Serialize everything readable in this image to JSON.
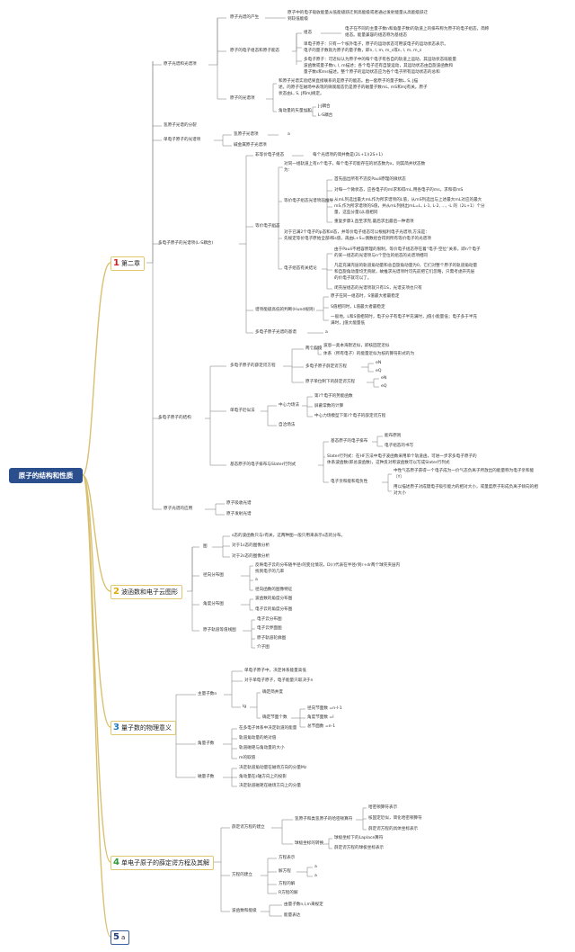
{
  "root": "原子的结构和性质",
  "chapters": [
    {
      "num": "1",
      "label": "第二章"
    },
    {
      "num": "2",
      "label": "波函数和电子云图形"
    },
    {
      "num": "3",
      "label": "量子数的物理意义"
    },
    {
      "num": "4",
      "label": "单电子原子的薛定谔方程及其解"
    },
    {
      "num": "5",
      "label": "a"
    }
  ],
  "c1": {
    "spec": "原子光谱和光谱项",
    "spec_origin": "原子光谱的产生",
    "spec_origin_d1": "原子中的电子吸收能量从低能级跃迁到高能级或者通过发射能量从高能级跃迁",
    "spec_origin_d2": "到较低能级",
    "config": "原子的电子组态和原子能态",
    "config_a": "组态",
    "config_a_d1": "电子在不同的主量子数n和角量子数l的轨道上的排布称为原子的电子组态，简称",
    "config_a_d2": "组态。能量兼容的组态称为基组态",
    "config_b1": "单电子原子：只有一个核外电子，原子的运动状态可用该电子的运动状态表示。",
    "config_b2": "电子的量子数就为原子的量子数，即n, l, m, m_s或n, l, m, m_s",
    "config_c1": "多电子原子：可近似认为原子中的每个电子有各自的轨道上运动，其运动状态既能量",
    "config_c2": "波函数或量子数n, l, m描述；各个电子还有自旋运动，其运动状态由自旋波函数和",
    "config_c3": "量子数s和ms描述。整个原子的运动状态应为各个电子所有运动状态的总和",
    "term": "原子的光谱项",
    "term_d1": "和原子光谱实验结果直接联系的是原子的能态。由一套原子的量子数L, S, J描",
    "term_d2": "述。的原子在磁场中表现的微观能态仍是原子的磁量子数mL, mS和mJ有关。原子",
    "term_d3": "状态由L, S, J和mJ规定。",
    "coupling": "角动量的矢量加和",
    "coupling_1": "J-J耦合",
    "coupling_2": "L-S耦合",
    "split": "氢原子光谱的分裂",
    "hy": "单电子原子的光谱项",
    "hy_1": "氢原子光谱项",
    "hy_1a": "a",
    "hy_2": "碱金属原子光谱项",
    "multi_term": "多电子原子的光谱项(L-S耦合)",
    "equiv": "非等价电子组态",
    "equiv_d": "每个光谱项的简并数是(2L+1)(2S+1)",
    "eq": "等价电子组态",
    "eq_d1": "对同一组轨道上有n个电子，每个电子可能存在的状态数为x，则其简并状态数",
    "eq_d2": "为：",
    "eq_m": "等价电子组态光谱项的推导",
    "eq_m1": "首先画出所有不违反Pauli原理的微状态",
    "eq_m2": "对每一个微状态，应各电子的ml求和得mL,用各电子的ms，求和得mS",
    "eq_m3a": "从mL列选出最大mL作为所求谱项的L值，从mS列选出与上述最大mL对应的最大",
    "eq_m3b": "mS,作为所求谱项的S值，并从mL列挑出mL=L, L-1, L-2, ..., -L 的（2L+1）个分",
    "eq_m3c": "量，这些分量以L值相同",
    "eq_m4": "重复步骤3,直至求完,最后求出最后一种谱项",
    "eq_c1": "对于已满2个电子的p态和d态，并等价电子组态可以根据利电子光谱项,方法是：",
    "eq_c2": "先规定等价电子原始全部l和s值，再由L+S=偶数组合得到所有等价电子的光谱项",
    "eq_r": "电子组态有关结论",
    "eq_r1a": "由于Pauli不相容原理的限制，等价电子组态存在着“电子-空位”关系，即n个电子",
    "eq_r1b": "的某一组态的光谱项与n个空位的组态的光谱项相同",
    "eq_r2a": "凡是充满壳层的轨道角动量和总自旋角动量为0，它们对整个原子的轨道角动量",
    "eq_r2b": "和自旋角动量均无贡献，故推求光谱项时可先前把它们忽略，只需考虑开壳层",
    "eq_r2c": "的价电子就可以了。",
    "eq_r3": "闭壳层组态的光谱项就只有1S，光谱支项也只有",
    "hund": "谱项能级高低的判断(Hund规则)",
    "hund_1": "原子在同一组态时，S值最大者最稳定",
    "hund_2": "S值相同时，L值最大者最稳定",
    "hund_3a": "一般地，L和S值相同时，电子分子有电子半充满时，J值小能量低；电子多于半充",
    "hund_3b": "满时，J值大能量低",
    "ground": "多电子原子光谱的基谱",
    "ground_a": "a",
    "schro": "多电子原子的结构",
    "schro_eq": "多电子原子的薛定谔方程",
    "schro_eq_1": "两个假设",
    "schro_eq_1a": "波恩一奥本海默近似，即核固定近似",
    "schro_eq_1b": "体系（所有电子）的能量近似为核的算符形式的为",
    "schro_eq_2": "多电子原子薛定谔方程",
    "schro_eq_2a": "eN",
    "schro_eq_2b": "eQ",
    "schro_eq_3": "原子单位制下的薛定谔方程",
    "schro_eq_3a": "eN",
    "schro_eq_3b": "eQ",
    "single": "单电子近似法",
    "central": "中心力场法",
    "central_1": "第i个电子的势能函数",
    "central_2": "屏蔽常数的计算",
    "central_3": "中心力场模型下第i个电子的薛定谔方程",
    "selfcons": "自洽场法",
    "arr": "基态原子的电子排布与Slater行列式",
    "arr_1": "基态原子的电子排布",
    "arr_1a": "能布原则",
    "arr_1b": "电子组态的书写",
    "arr_2a": "Slater行列式：在HF方法中电子波函数采用单个轨道函，可进一步求多电子原子的",
    "arr_2b": "体系波函数(即总波函数)，这种反对称波函数可以写成Slater行列式",
    "arr_3": "电子亲和能和电负性",
    "arr_3a": "中性气态原子获得一个电子成为一价气态负离子所放出的能量称为电子亲和能",
    "arr_3b": "（Y）",
    "arr_3c": "用以描述原子对成键电子吸引能力的相对大小，或量度原子形成负离子倾向的相",
    "arr_3d": "对大小",
    "app": "原子光谱的应用",
    "app_1": "原子吸收光谱",
    "app_2": "原子发射光谱"
  },
  "c2": {
    "graph": "图",
    "g_1": "s态的波函数只与r有关，这两种图一般只用来表示s态的分布。",
    "g_2": "对于1s态的图像分析",
    "g_3": "对于2s态的图像分析",
    "radial": "径向分布图",
    "r_1": "反映电子云的分布随半径r的变化情况，D(r)代表在半径r到r+dr两个球壳夹层内",
    "r_2": "找到电子的几率",
    "r_3": "a",
    "r_4": "径向函数的图像特征",
    "angular": "角度分布图",
    "a_1": "波函数的角度分布图",
    "a_2": "电子云的角度分布图",
    "contour": "原子轨道等值线图",
    "c_1": "电子云分布图",
    "c_2": "电子云界面图",
    "c_3": "原子轨道轮廓图",
    "c_4": "介子图"
  },
  "c3": {
    "n": "主量子数n",
    "n_1": "单电子原子中，决定体系能量高低",
    "n_2": "对于单电子原子，电子能量只取决于n",
    "n_3": "lg",
    "n_3a": "确定简并度",
    "n_3b": "确定节面个数",
    "n_3b1": "径向节面数 =n-l-1",
    "n_3b2": "角度节面数 =l",
    "n_3b3": "总节面数 =n-1",
    "l": "角量子数",
    "l_1": "在多电子体系中决定轨道的能量",
    "l_2": "轨道角动量的绝对值",
    "l_3": "轨道磁矩与角动量的大小",
    "l_4": "m的取值",
    "m": "磁量子数",
    "m_1": "决定轨道角动量在磁场方向的分量Mz",
    "m_2": "角动量在z轴方向上的投影",
    "m_3": "决定轨道磁矩在磁场方向上的分量"
  },
  "c4": {
    "build": "薛定谔方程的建立",
    "b_1": "氢原子和类氢原子的哈密顿算符",
    "b_1a": "哈密顿算符表示",
    "b_1b": "核固定近似，简化哈密顿算符",
    "b_1c": "薛定谔方程的具体坐标表示",
    "b_2": "球极坐标的转换",
    "b_2a": "球极坐标下的Laplace算符",
    "b_2b": "薛定谔方程的球极坐标表示",
    "sol": "方程的建立",
    "s_1": "方程表示",
    "s_2": "解方程",
    "s_2a": "a",
    "s_2b": "a",
    "s_3": "方程的解",
    "s_4": "R方程的解",
    "wf": "波函数和能级",
    "w_1": "由量子数n,l,m来规定",
    "w_2": "能量表达"
  },
  "colors": {
    "root": "#2b4f8c",
    "branch": "#e0c870",
    "line": "#333333"
  }
}
